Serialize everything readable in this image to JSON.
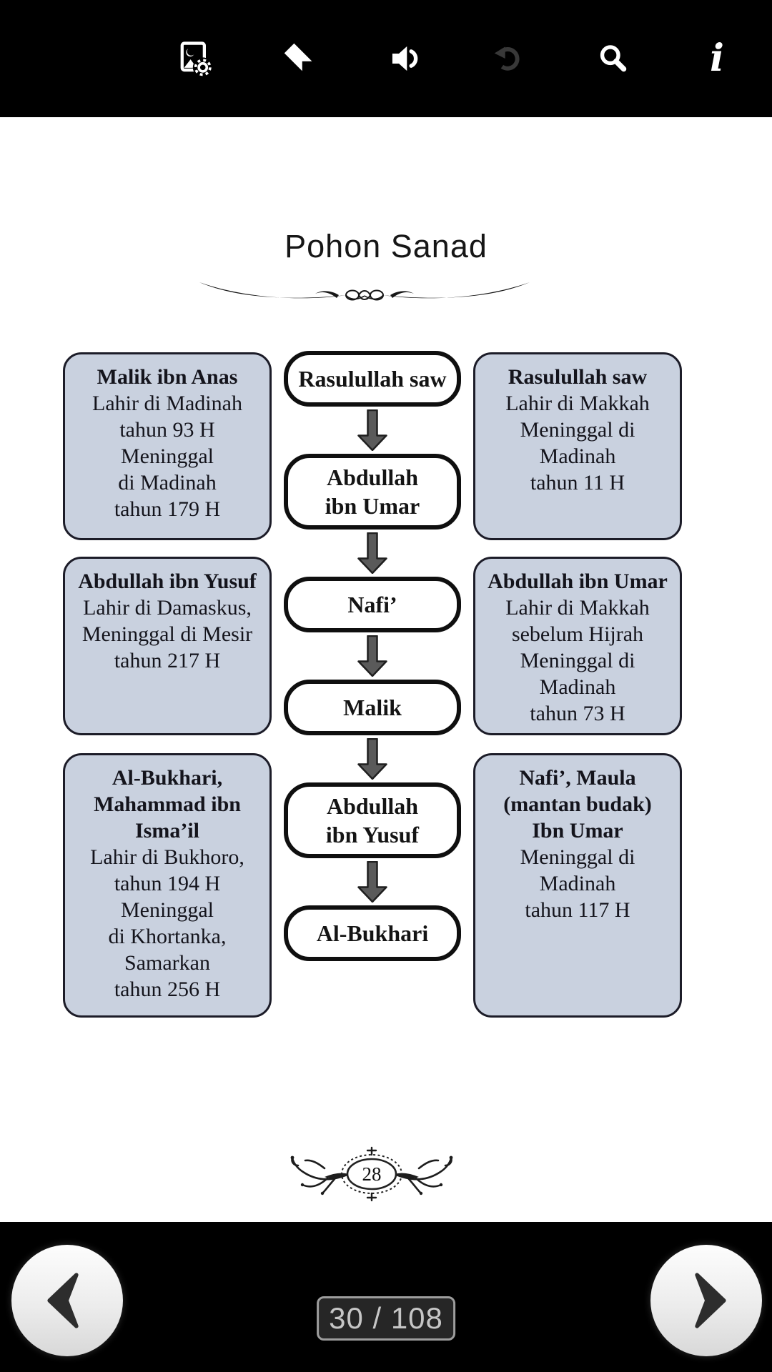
{
  "toolbar": {
    "icons": [
      {
        "name": "photo-settings-icon",
        "disabled": false
      },
      {
        "name": "bookmark-icon",
        "disabled": false
      },
      {
        "name": "speaker-icon",
        "disabled": false
      },
      {
        "name": "undo-icon",
        "disabled": true
      },
      {
        "name": "search-icon",
        "disabled": false
      },
      {
        "name": "info-icon",
        "disabled": false
      }
    ],
    "info_glyph": "i"
  },
  "page": {
    "title": "Pohon Sanad",
    "ornament_page_number": "28"
  },
  "diagram": {
    "chain": [
      {
        "lines": [
          "Rasulullah saw"
        ]
      },
      {
        "lines": [
          "Abdullah",
          "ibn Umar"
        ]
      },
      {
        "lines": [
          "Nafi’"
        ]
      },
      {
        "lines": [
          "Malik"
        ]
      },
      {
        "lines": [
          "Abdullah",
          "ibn Yusuf"
        ]
      },
      {
        "lines": [
          "Al-Bukhari"
        ]
      }
    ],
    "left_boxes": [
      {
        "heading_lines": [
          "Malik ibn Anas"
        ],
        "lines": [
          "Lahir di Madinah",
          "tahun 93 H",
          "Meninggal",
          "di Madinah",
          "tahun 179 H"
        ]
      },
      {
        "heading_lines": [
          "Abdullah ibn Yusuf"
        ],
        "lines": [
          "Lahir di Damaskus,",
          "Meninggal di Mesir",
          "tahun 217 H"
        ]
      },
      {
        "heading_lines": [
          "Al-Bukhari,",
          "Mahammad ibn",
          "Isma’il"
        ],
        "lines": [
          "Lahir di Bukhoro,",
          "tahun 194 H",
          "Meninggal",
          "di Khortanka,",
          "Samarkan",
          "tahun 256 H"
        ]
      }
    ],
    "right_boxes": [
      {
        "heading_lines": [
          "Rasulullah saw"
        ],
        "lines": [
          "Lahir di Makkah",
          "Meninggal di",
          "Madinah",
          "tahun 11 H"
        ]
      },
      {
        "heading_lines": [
          "Abdullah ibn Umar"
        ],
        "lines": [
          "Lahir di Makkah",
          "sebelum Hijrah",
          "Meninggal di",
          "Madinah",
          "tahun 73 H"
        ]
      },
      {
        "heading_lines": [
          "Nafi’, Maula",
          "(mantan budak)",
          "Ibn Umar"
        ],
        "lines": [
          "Meninggal di",
          "Madinah",
          "tahun 117 H"
        ]
      }
    ]
  },
  "navigation": {
    "page_indicator": "30 / 108",
    "prev_button": "previous-page",
    "next_button": "next-page"
  },
  "colors": {
    "toolbar_bg": "#000000",
    "content_bg": "#ffffff",
    "side_box_fill": "#c9d1df",
    "side_box_border": "#1c1c28",
    "pill_border": "#0f0f0f",
    "arrow_fill": "#5a5a5a",
    "badge_bg": "#262626",
    "badge_border": "#9d9d9d",
    "badge_text": "#c6c6c6"
  }
}
